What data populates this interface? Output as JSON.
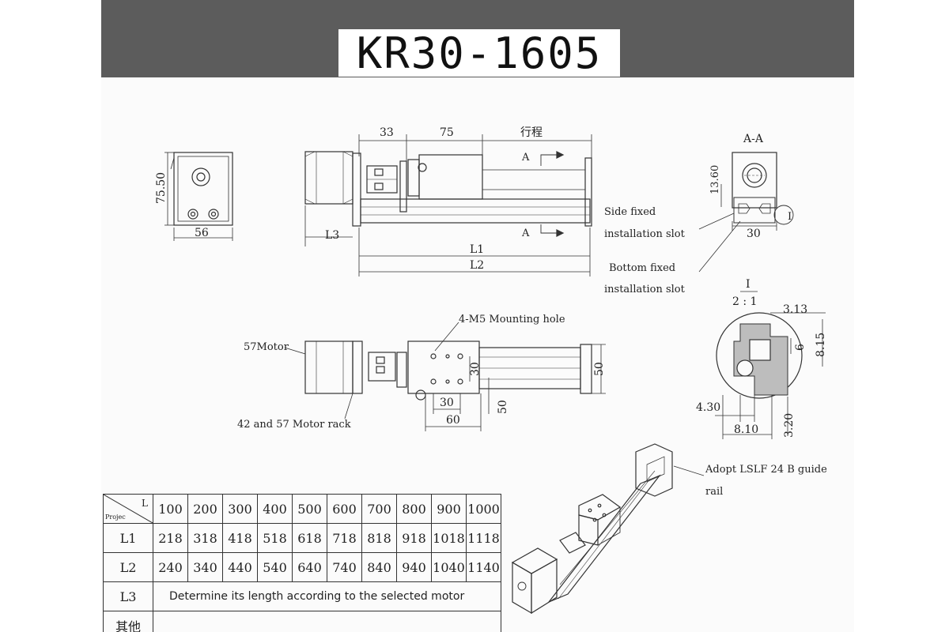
{
  "title": "KR30-1605",
  "front_view": {
    "dim_height": "75.50",
    "dim_width": "56"
  },
  "side_view": {
    "dim_a": "33",
    "dim_b": "75",
    "dim_stroke": "行程",
    "section_marker": "A",
    "dim_l1": "L1",
    "dim_l2": "L2",
    "dim_l3": "L3"
  },
  "section_view": {
    "label": "A-A",
    "dim_height": "13.60",
    "dim_width": "30",
    "detail_marker": "I"
  },
  "callouts": {
    "side_slot_line1": "Side fixed",
    "side_slot_line2": "installation slot",
    "bottom_slot_line1": "Bottom fixed",
    "bottom_slot_line2": "installation slot",
    "mounting_hole": "4-M5 Mounting hole",
    "motor": "57Motor",
    "motor_rack": "42 and 57 Motor rack",
    "guide_rail_line1": "Adopt LSLF 24 B guide",
    "guide_rail_line2": "rail"
  },
  "top_view": {
    "dim_30_vertical": "30",
    "dim_50_vertical": "50",
    "dim_50_right": "50",
    "dim_30_horizontal": "30",
    "dim_60_horizontal": "60"
  },
  "detail_view": {
    "label": "I",
    "scale": "2 : 1",
    "dim_313": "3.13",
    "dim_6": "6",
    "dim_815": "8.15",
    "dim_430": "4.30",
    "dim_810": "8.10",
    "dim_320": "3.20"
  },
  "table": {
    "corner_top": "L",
    "corner_bottom": "Projec",
    "header": [
      "100",
      "200",
      "300",
      "400",
      "500",
      "600",
      "700",
      "800",
      "900",
      "1000"
    ],
    "rows": [
      {
        "label": "L1",
        "cells": [
          "218",
          "318",
          "418",
          "518",
          "618",
          "718",
          "818",
          "918",
          "1018",
          "1118"
        ]
      },
      {
        "label": "L2",
        "cells": [
          "240",
          "340",
          "440",
          "540",
          "640",
          "740",
          "840",
          "940",
          "1040",
          "1140"
        ]
      }
    ],
    "l3_label": "L3",
    "l3_note": "Determine its length according to the selected motor",
    "other_label": "其他",
    "other_note": ""
  }
}
